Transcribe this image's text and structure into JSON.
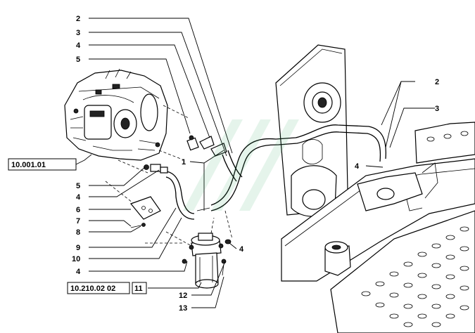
{
  "callouts": {
    "c2_top": "2",
    "c3_top": "3",
    "c4_top": "4",
    "c5_top": "5",
    "c2_right": "2",
    "c3_right": "3",
    "c4_right": "4",
    "c1": "1",
    "c5_left": "5",
    "c4_left": "4",
    "c6": "6",
    "c7": "7",
    "c8": "8",
    "c9": "9",
    "c10": "10",
    "c4_bottom": "4",
    "c4_mid": "4",
    "c12": "12",
    "c13": "13"
  },
  "references": {
    "engine_ref": "10.001.01",
    "filter_ref": "10.210.02 02",
    "filter_item": "11"
  }
}
